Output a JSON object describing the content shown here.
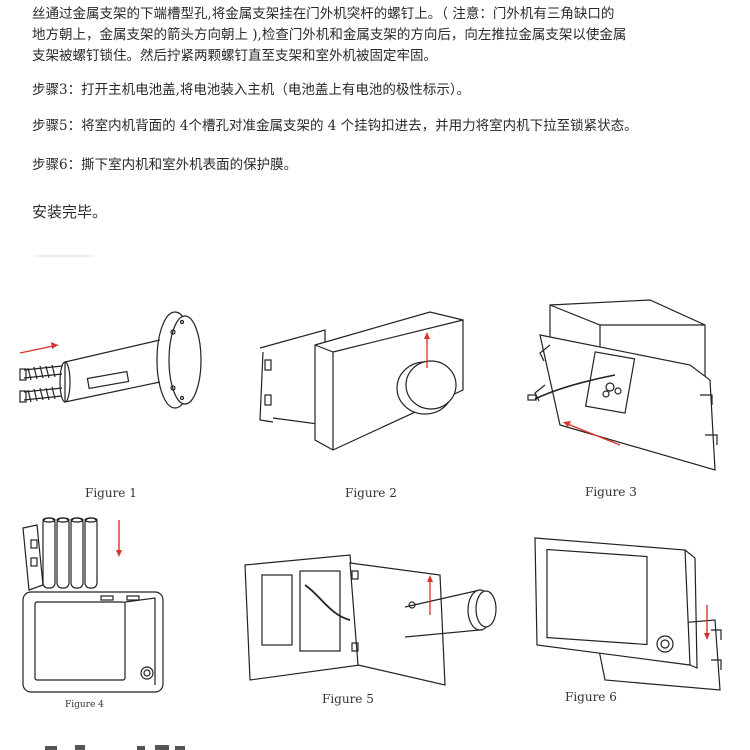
{
  "text": {
    "intro_lines": [
      "丝通过金属支架的下端槽型孔,将金属支架挂在门外机突杆的螺钉上。（ 注意：门外机有三角缺口的",
      "地方朝上，金属支架的箭头方向朝上 ),检查门外机和金属支架的方向后，向左推拉金属支架以使金属",
      "支架被螺钉锁住。然后拧紧两颗螺钉直至支架和室外机被固定牢固。"
    ],
    "step3": "步骤3：打开主机电池盖,将电池装入主机（电池盖上有电池的极性标示）。",
    "step5": "步骤5：将室内机背面的 4个槽孔对准金属支架的 4 个挂钩扣进去，并用力将室内机下拉至锁紧状态。",
    "step6": "步骤6：撕下室内机和室外机表面的保护膜。",
    "done": "安装完毕。"
  },
  "figures": {
    "fig1": "Figure 1",
    "fig2": "Figure 2",
    "fig3": "Figure  3",
    "fig4": "Figure 4",
    "fig5": "Figure 5",
    "fig6": "Figure  6"
  },
  "colors": {
    "arrow": "#d9342b",
    "line": "#222222",
    "text": "#2a2a2a"
  }
}
